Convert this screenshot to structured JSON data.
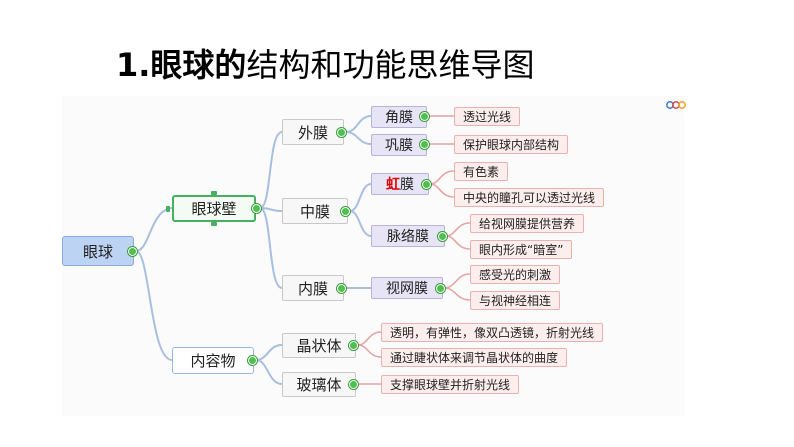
{
  "title": {
    "bold": "1.眼球的",
    "normal": "结构和功能思维导图"
  },
  "root": "眼球",
  "wall": "眼球壁",
  "contents": "内容物",
  "outer": "外膜",
  "middle": "中膜",
  "inner": "内膜",
  "cornea": "角膜",
  "sclera": "巩膜",
  "iris_char": "虹",
  "iris_rest": "膜",
  "choroid": "脉络膜",
  "retina": "视网膜",
  "lens": "晶状体",
  "vitreous": "玻璃体",
  "leaves": {
    "cornea": "透过光线",
    "sclera": "保护眼球内部结构",
    "iris_1": "有色素",
    "iris_2": "中央的瞳孔可以透过光线",
    "choroid_1": "给视网膜提供营养",
    "choroid_2": "眼内形成“暗室”",
    "retina_1": "感受光的刺激",
    "retina_2": "与视神经相连",
    "lens_1": "透明，有弹性，像双凸透镜，折射光线",
    "lens_2": "通过睫状体来调节晶状体的曲度",
    "vitreous": "支撑眼球壁并折射光线"
  },
  "colors": {
    "link": "#a9bfe0",
    "root_fill": "#bcd3f3",
    "leaf_fill": "#fdeeee",
    "highlight": "#e00000"
  }
}
